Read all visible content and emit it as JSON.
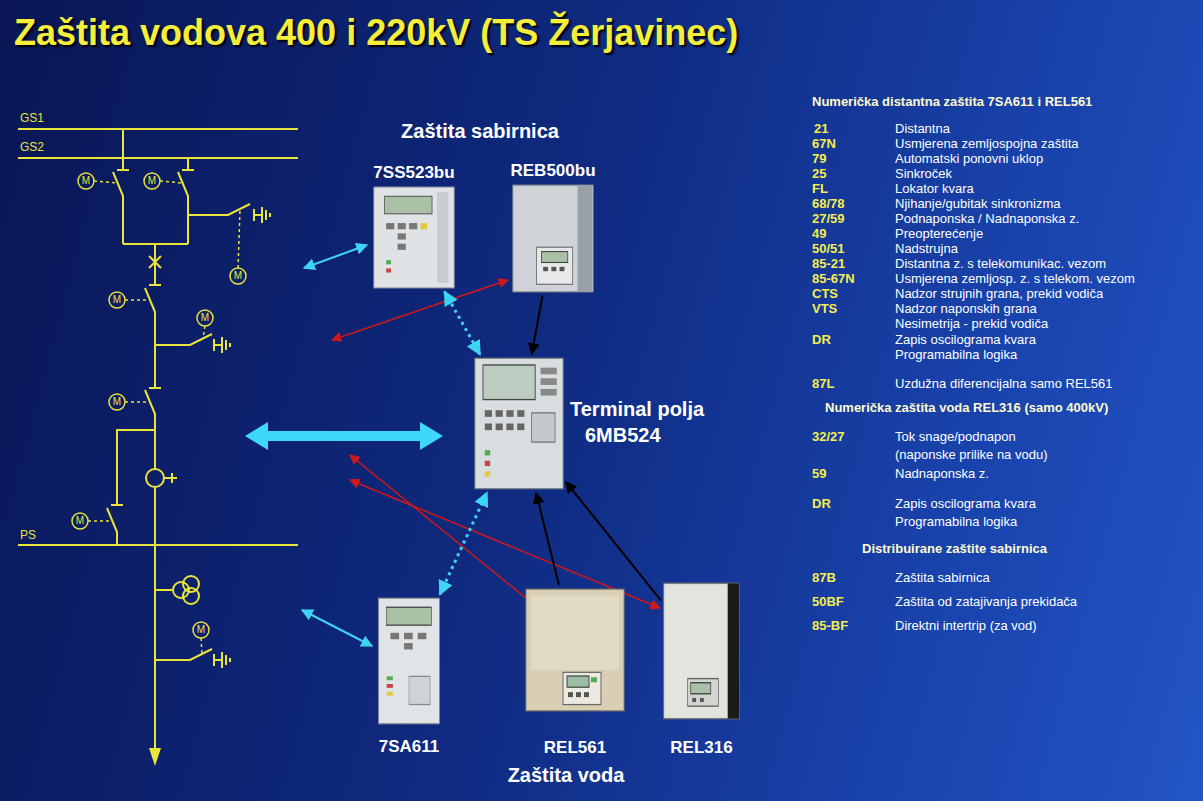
{
  "diagram": {
    "title": "Zaštita vodova 400 i 220kV (TS Žerjavinec)",
    "nodes": [
      {
        "text": [
          "7SS523bu"
        ]
      },
      {
        "text": [
          "REB500bu"
        ]
      },
      {
        "text": [
          "Terminal polja",
          "6MB524"
        ]
      },
      {
        "text": [
          "7SA611"
        ]
      },
      {
        "text": [
          "REL561"
        ]
      },
      {
        "text": [
          "REL316"
        ]
      }
    ],
    "edges": [
      {
        "from": 0,
        "to": 2,
        "arrow": "both"
      },
      {
        "from": 1,
        "to": 2,
        "arrow": "to"
      },
      {
        "from": 3,
        "to": 2,
        "arrow": "both"
      },
      {
        "from": 4,
        "to": 2,
        "arrow": "to"
      },
      {
        "from": 5,
        "to": 2,
        "arrow": "to"
      }
    ],
    "labels": [
      "GS1",
      "GS2",
      "M",
      "M",
      "M",
      "M",
      "M",
      "M",
      "M",
      "PS",
      "M",
      "Zaštita sabirnica",
      "Zaštita voda",
      "Numerička distantna zaštita 7SA611 i REL561",
      "21",
      "Distantna",
      "67N",
      "Usmjerena zemljospojna zaštita",
      "79",
      "Automatski ponovni uklop",
      "25",
      "Sinkroček",
      "FL",
      "Lokator kvara",
      "68/78",
      "Njihanje/gubitak sinkronizma",
      "27/59",
      "Podnaponska / Nadnaponska z.",
      "49",
      "Preopterećenje",
      "50/51",
      "Nadstrujna",
      "85-21",
      "Distantna z. s telekomunikac. vezom",
      "85-67N",
      "Usmjerena zemljosp. z. s telekom. vezom",
      "CTS",
      "Nadzor strujnih grana, prekid vodiča",
      "VTS",
      "Nadzor naponskih grana",
      "Nesimetrija - prekid vodiča",
      "DR",
      "Zapis oscilograma kvara",
      "Programabilna logika",
      "87L",
      "Uzdužna diferencijalna samo REL561",
      "Numerička zaštita voda REL316 (samo 400kV)",
      "32/27",
      "Tok snage/podnapon",
      "(naponske prilike na vodu)",
      "59",
      "Nadnaponska z.",
      "DR",
      "Zapis oscilograma kvara",
      "Programabilna logika",
      "Distribuirane zaštite sabirnica",
      "87B",
      "Zaštita sabirnica",
      "50BF",
      "Zaštita od zatajivanja prekidača",
      "85-BF",
      "Direktni intertrip (za vod)"
    ]
  }
}
